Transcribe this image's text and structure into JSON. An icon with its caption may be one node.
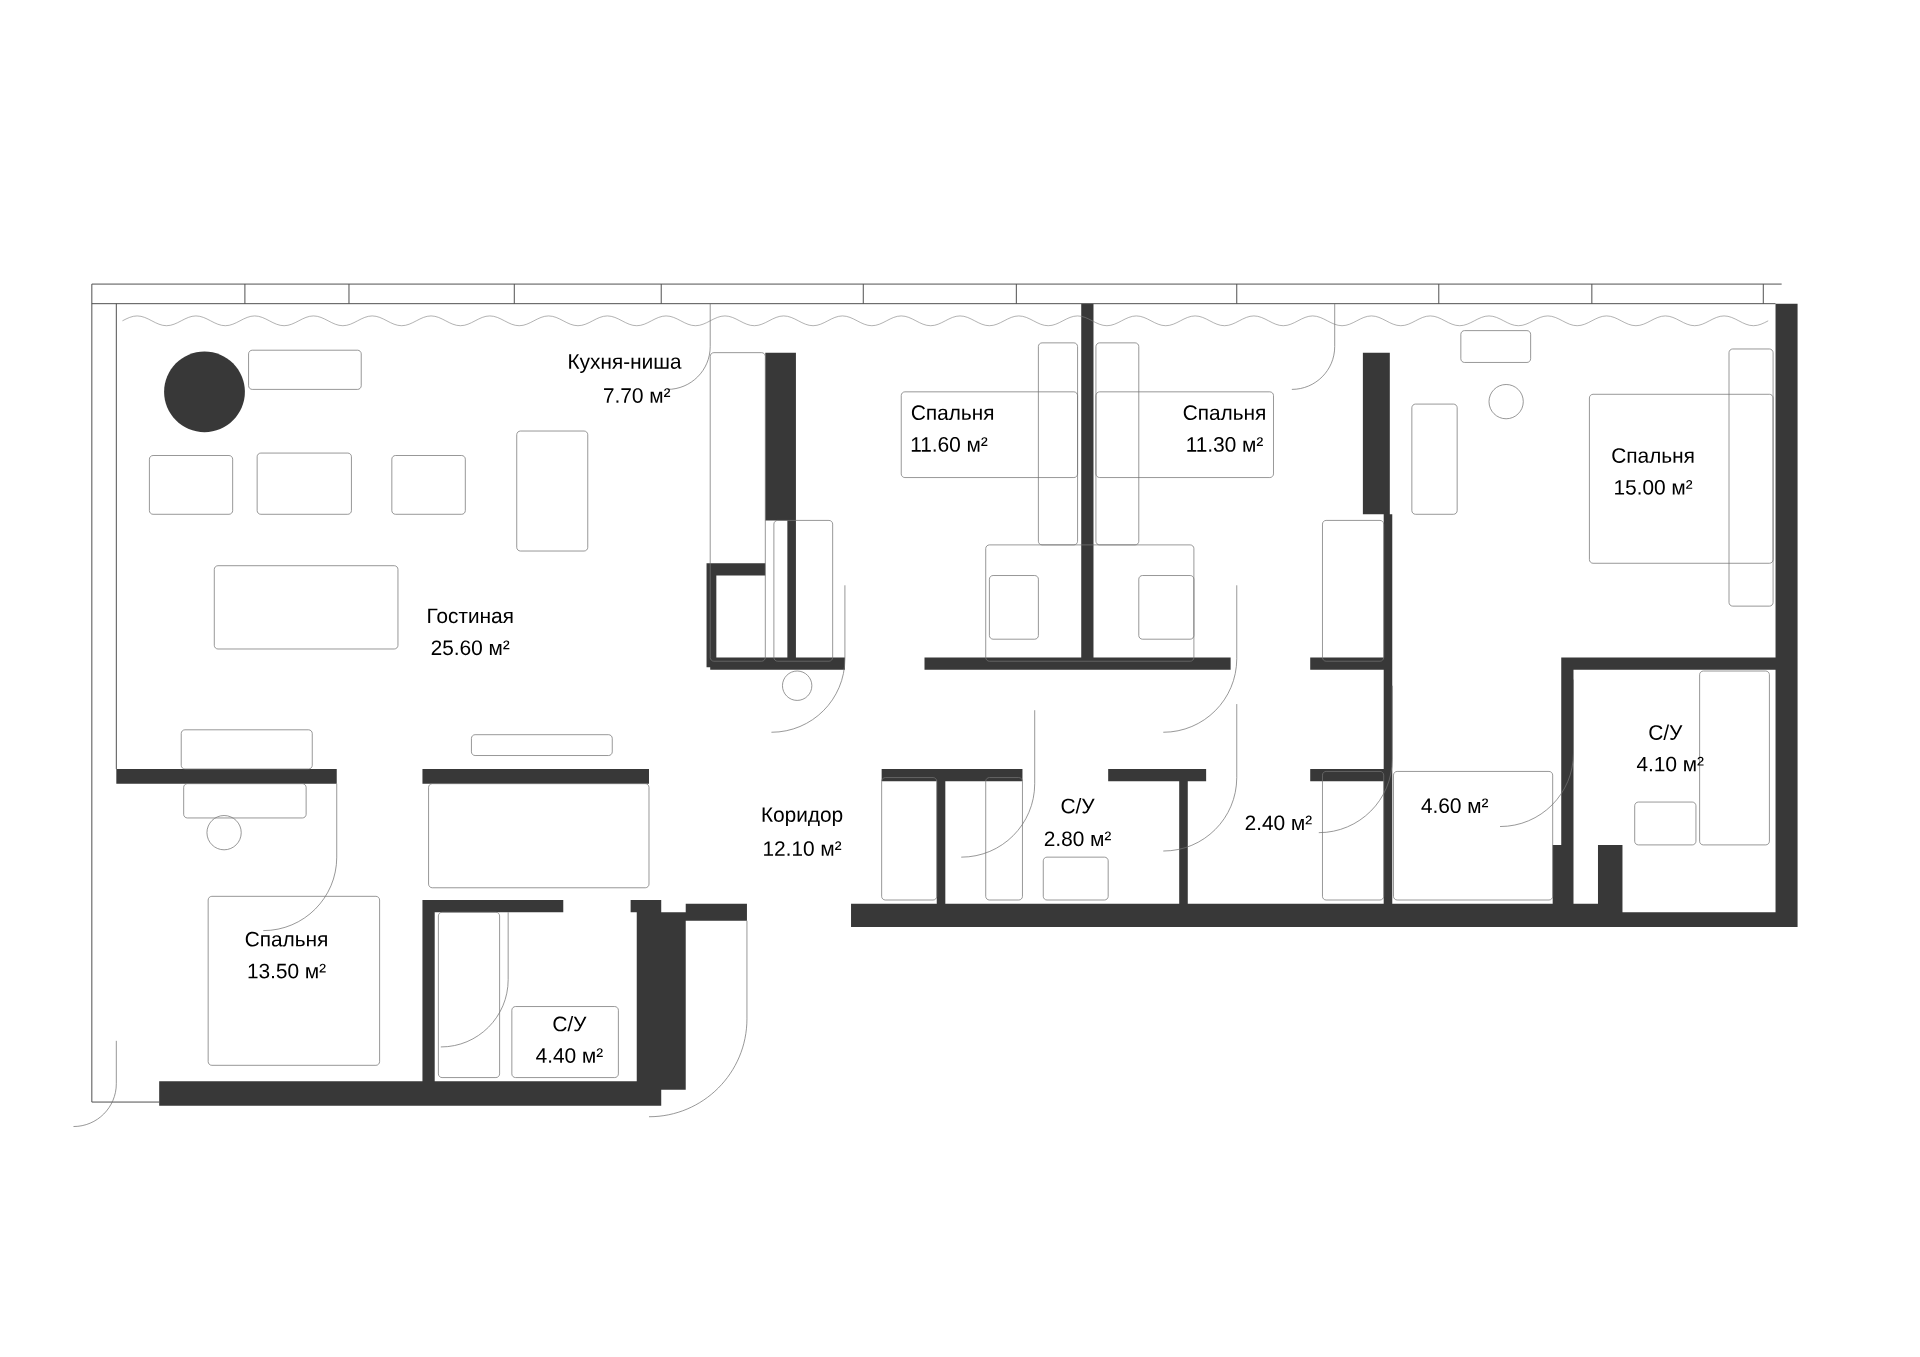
{
  "diagram": {
    "labels": [
      "Кухня-ниша",
      "7.70 м²",
      "Спальня",
      "Спальня",
      "11.60 м²",
      "11.30 м²",
      "Спальня",
      "15.00 м²",
      "Гостиная",
      "25.60 м²",
      "С/У",
      "4.10 м²",
      "С/У",
      "Коридор",
      "4.60 м²",
      "2.40 м²",
      "2.80 м²",
      "12.10 м²",
      "Спальня",
      "13.50 м²",
      "С/У",
      "4.40 м²"
    ]
  }
}
